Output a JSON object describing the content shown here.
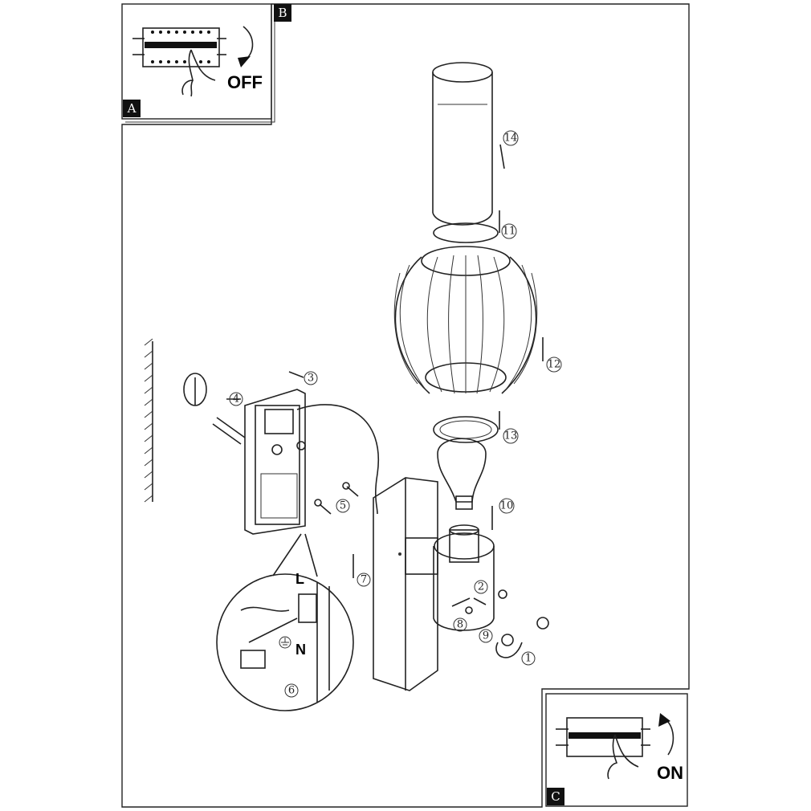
{
  "panels": {
    "a": {
      "badge": "A",
      "text": "OFF"
    },
    "b": {
      "badge": "B"
    },
    "c": {
      "badge": "C",
      "text": "ON"
    }
  },
  "steps": [
    "1",
    "2",
    "3",
    "4",
    "5",
    "6",
    "7",
    "8",
    "9",
    "10",
    "11",
    "12",
    "13",
    "14"
  ],
  "wire_labels": {
    "live": "L",
    "neutral": "N"
  }
}
